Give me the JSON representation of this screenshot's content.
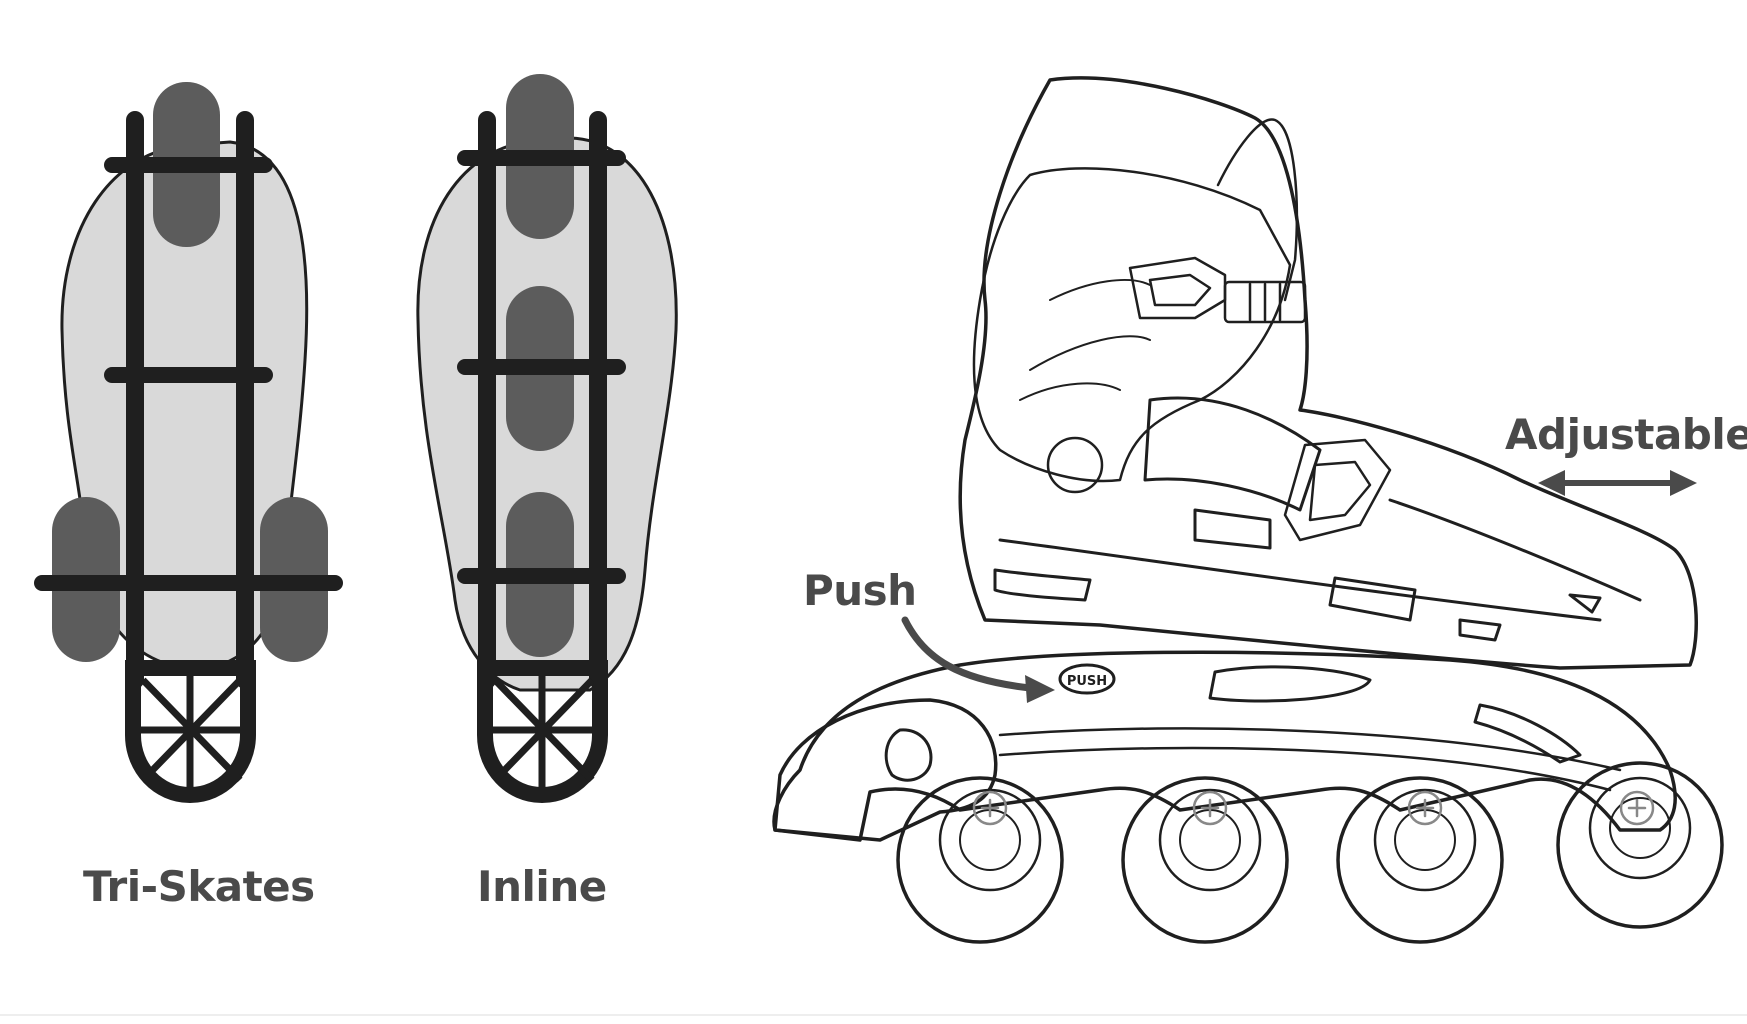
{
  "labels": {
    "tri_skates": "Tri-Skates",
    "inline": "Inline",
    "push": "Push",
    "adjustable": "Adjustable",
    "push_button": "PUSH"
  },
  "colors": {
    "outline": "#1f1f1f",
    "sole_fill": "#d9d9d9",
    "wheel_fill": "#5c5c5c",
    "text": "#4a4a4a",
    "arrow": "#4a4a4a"
  }
}
